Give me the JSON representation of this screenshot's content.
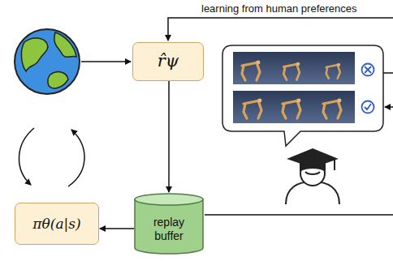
{
  "diagram": {
    "nodes": [
      {
        "text": [
          "r̂ψ"
        ]
      },
      {
        "text": [
          "πθ(a|s)"
        ]
      },
      {
        "text": [
          "replay buffer"
        ]
      }
    ],
    "edges": [
      {
        "from": 0,
        "to": 2,
        "arrow": "to"
      },
      {
        "from": 2,
        "to": 1,
        "arrow": "to"
      }
    ],
    "labels": [
      "learning from human preferences"
    ]
  }
}
